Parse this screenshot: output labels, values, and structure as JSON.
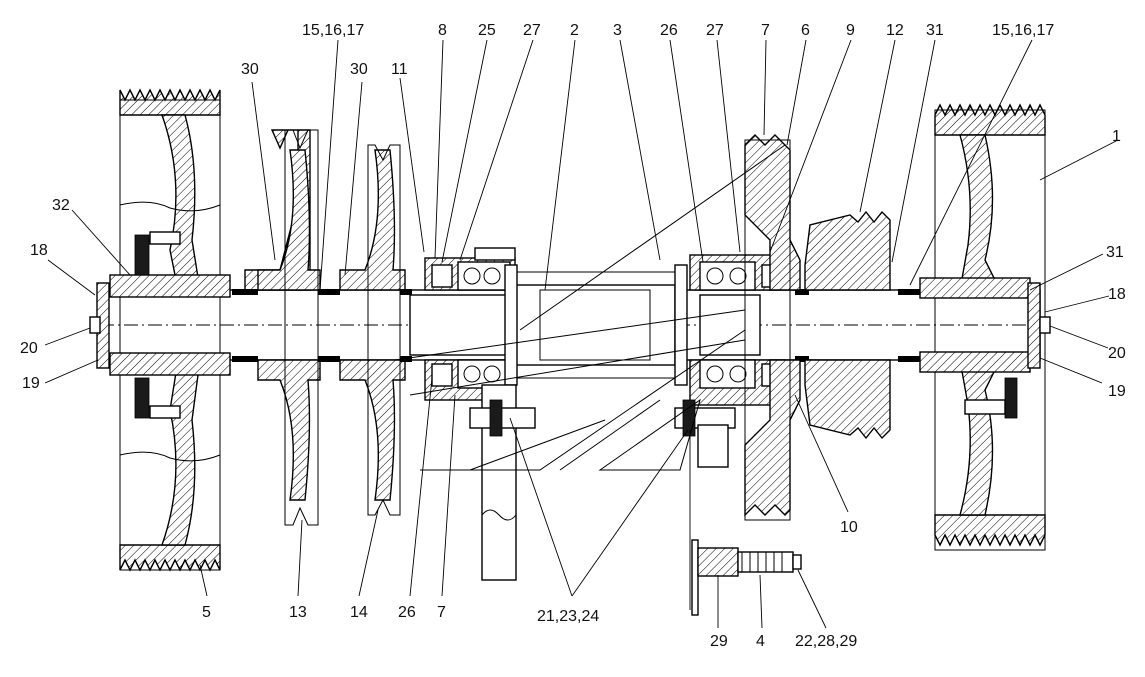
{
  "callouts": {
    "c1": "1",
    "c2": "2",
    "c3": "3",
    "c4": "4",
    "c5": "5",
    "c6": "6",
    "c7a": "7",
    "c7b": "7",
    "c8": "8",
    "c9": "9",
    "c10": "10",
    "c11": "11",
    "c12": "12",
    "c13": "13",
    "c14": "14",
    "c15a": "15,16,17",
    "c15b": "15,16,17",
    "c18a": "18",
    "c18b": "18",
    "c19a": "19",
    "c19b": "19",
    "c20a": "20",
    "c20b": "20",
    "c21": "21,23,24",
    "c22": "22,28,29",
    "c25": "25",
    "c26a": "26",
    "c26b": "26",
    "c27a": "27",
    "c27b": "27",
    "c29": "29",
    "c30a": "30",
    "c30b": "30",
    "c31a": "31",
    "c31b": "31",
    "c32": "32"
  },
  "colors": {
    "line": "#000000",
    "background": "#ffffff",
    "text": "#111111"
  }
}
